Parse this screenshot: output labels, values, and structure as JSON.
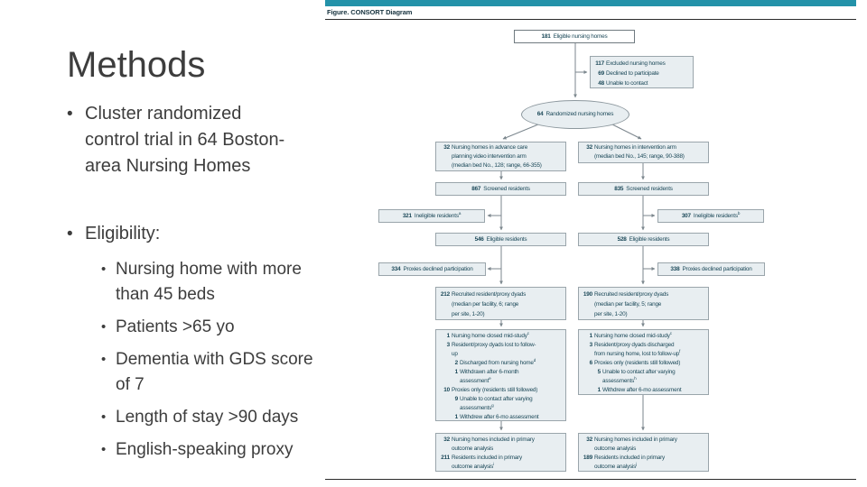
{
  "slide": {
    "title": "Methods",
    "bullet_marker": "•",
    "bullet1": "Cluster randomized control trial in 64 Boston-area Nursing Homes",
    "bullet2": "Eligibility:",
    "sub_bullets": [
      "Nursing home with more than 45 beds",
      "Patients >65 yo",
      "Dementia with GDS score of 7",
      "Length of stay >90 days",
      "English-speaking proxy"
    ],
    "text_color": "#3d3d3d"
  },
  "figure": {
    "header": "Figure. CONSORT Diagram",
    "colors": {
      "top_bar": "#2392a9",
      "box_fill": "#e8eef1",
      "box_border": "#9aa5ab",
      "box_text": "#1c4959",
      "connector": "#7b868d"
    },
    "eligible": {
      "n": "181",
      "t": "Eligible nursing homes"
    },
    "excluded": {
      "lines": [
        {
          "n": "117",
          "t": "Excluded nursing homes"
        },
        {
          "n": "69",
          "t": "Declined to participate"
        },
        {
          "n": "48",
          "t": "Unable to contact"
        }
      ]
    },
    "randomized": {
      "n": "64",
      "t": "Randomized nursing homes"
    },
    "arm_left": {
      "n": "32",
      "t": "Nursing homes in advance care planning video intervention arm (median bed No., 128; range, 66-355)"
    },
    "arm_right": {
      "n": "32",
      "t": "Nursing homes in intervention arm (median bed No., 145; range, 90-388)"
    },
    "screened_left": {
      "n": "867",
      "t": "Screened residents"
    },
    "screened_right": {
      "n": "835",
      "t": "Screened residents"
    },
    "ineligible_left": {
      "n": "321",
      "t": "Ineligible residents",
      "sup": "a"
    },
    "ineligible_right": {
      "n": "307",
      "t": "Ineligible residents",
      "sup": "b"
    },
    "eligible_left": {
      "n": "546",
      "t": "Eligible residents"
    },
    "eligible_right": {
      "n": "528",
      "t": "Eligible residents"
    },
    "proxies_left": {
      "n": "334",
      "t": "Proxies declined participation"
    },
    "proxies_right": {
      "n": "338",
      "t": "Proxies declined participation"
    },
    "recruited_left": {
      "n": "212",
      "t": "Recruited resident/proxy dyads (median per facility, 6; range per site, 1-20)"
    },
    "recruited_right": {
      "n": "190",
      "t": "Recruited resident/proxy dyads (median per facility, 5; range per site, 1-20)"
    },
    "loss_left": {
      "lines": [
        {
          "n": "1",
          "t": "Nursing home closed mid-study",
          "sup": "c"
        },
        {
          "n": "3",
          "t": "Resident/proxy dyads lost to follow-up"
        },
        {
          "n": "2",
          "t": "Discharged from nursing home",
          "sup": "d"
        },
        {
          "n": "1",
          "t": "Withdrawn after 6-month assessment",
          "sup": "e"
        },
        {
          "n": "10",
          "t": "Proxies only (residents still followed)"
        },
        {
          "n": "9",
          "t": "Unable to contact after varying assessments",
          "sup": "g"
        },
        {
          "n": "1",
          "t": "Withdrew after 6-mo assessment"
        }
      ]
    },
    "loss_right": {
      "lines": [
        {
          "n": "1",
          "t": "Nursing home closed mid-study",
          "sup": "c"
        },
        {
          "n": "3",
          "t": "Resident/proxy dyads discharged from nursing home, lost to follow-up",
          "sup": "f"
        },
        {
          "n": "6",
          "t": "Proxies only (residents still followed)"
        },
        {
          "n": "5",
          "t": "Unable to contact after varying assessments",
          "sup": "h"
        },
        {
          "n": "1",
          "t": "Withdrew after 6-mo assessment"
        }
      ]
    },
    "final_left": {
      "lines": [
        {
          "n": "32",
          "t": "Nursing homes included in primary outcome analysis"
        },
        {
          "n": "211",
          "t": "Residents included in primary outcome analysis",
          "sup": "i"
        }
      ]
    },
    "final_right": {
      "lines": [
        {
          "n": "32",
          "t": "Nursing homes included in primary outcome analysis"
        },
        {
          "n": "189",
          "t": "Residents included in primary outcome analysis",
          "sup": "j"
        }
      ]
    }
  }
}
